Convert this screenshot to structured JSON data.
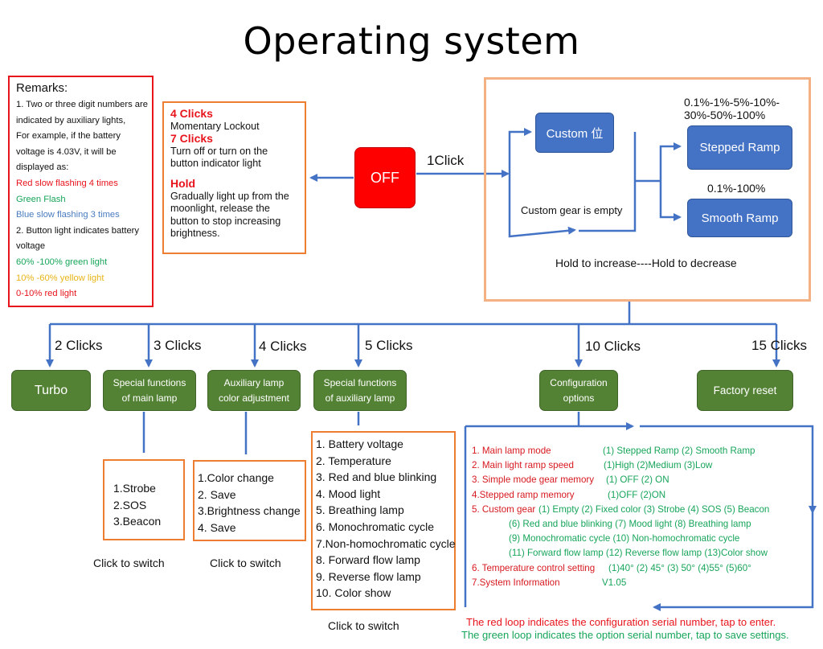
{
  "title": "Operating system",
  "remarks": {
    "heading": "Remarks:",
    "lines": [
      {
        "text": "1. Two or three digit numbers are",
        "color": "#111111"
      },
      {
        "text": "indicated by auxiliary lights,",
        "color": "#111111"
      },
      {
        "text": "For example, if the battery",
        "color": "#111111"
      },
      {
        "text": "voltage is 4.03V, it will be",
        "color": "#111111"
      },
      {
        "text": "displayed as:",
        "color": "#111111"
      },
      {
        "text": "Red slow flashing 4 times",
        "color": "#e8141c"
      },
      {
        "text": "Green Flash",
        "color": "#17a55a"
      },
      {
        "text": "Blue slow flashing 3 times",
        "color": "#4a7cc0"
      },
      {
        "text": "2. Button light indicates battery",
        "color": "#111111"
      },
      {
        "text": "voltage",
        "color": "#111111"
      },
      {
        "text": "60% -100% green light",
        "color": "#17a55a"
      },
      {
        "text": "10% -60% yellow light",
        "color": "#e8b415"
      },
      {
        "text": "0-10% red light",
        "color": "#e8141c"
      }
    ]
  },
  "lockout": {
    "four_title": "4 Clicks",
    "four_text": "Momentary Lockout",
    "seven_title": "7 Clicks",
    "seven_lines": [
      "Turn off or turn on the",
      "button indicator light"
    ],
    "hold_title": "Hold",
    "hold_lines": [
      "Gradually light up from the",
      "moonlight, release the",
      "button to stop increasing",
      "brightness."
    ]
  },
  "off_button": "OFF",
  "one_click": "1Click",
  "ramp": {
    "custom": "Custom 位",
    "empty_label": "Custom gear is empty",
    "stepped_levels_1": "0.1%-1%-5%-10%-",
    "stepped_levels_2": "30%-50%-100%",
    "stepped": "Stepped Ramp",
    "smooth_levels": "0.1%-100%",
    "smooth": "Smooth Ramp",
    "hold_note": "Hold to increase----Hold to decrease"
  },
  "branches": [
    {
      "clicks": "2 Clicks",
      "lines": [
        "Turbo"
      ]
    },
    {
      "clicks": "3 Clicks",
      "lines": [
        "Special functions",
        "of main lamp"
      ]
    },
    {
      "clicks": "4 Clicks",
      "lines": [
        "Auxiliary lamp",
        "color adjustment"
      ]
    },
    {
      "clicks": "5 Clicks",
      "lines": [
        "Special functions",
        "of auxiliary lamp"
      ]
    },
    {
      "clicks": "10 Clicks",
      "lines": [
        "Configuration",
        "options"
      ]
    },
    {
      "clicks": "15 Clicks",
      "lines": [
        "Factory reset"
      ]
    }
  ],
  "main_special": [
    "1.Strobe",
    "2.SOS",
    "3.Beacon"
  ],
  "aux_color": [
    "1.Color change",
    "2. Save",
    "3.Brightness change",
    "4. Save"
  ],
  "aux_special": [
    "1. Battery voltage",
    "2. Temperature",
    "3. Red and blue blinking",
    "4. Mood light",
    "5. Breathing lamp",
    "6. Monochromatic cycle",
    "7.Non-homochromatic cycle",
    "8. Forward flow lamp",
    "9. Reverse flow lamp",
    "10. Color show"
  ],
  "click_to_switch": "Click to switch",
  "config": [
    {
      "red": "1. Main lamp mode",
      "green": "(1) Stepped    Ramp   (2) Smooth    Ramp"
    },
    {
      "red": "2. Main light ramp speed",
      "green": "(1)High      (2)Medium    (3)Low"
    },
    {
      "red": "3. Simple mode gear memory",
      "green": "(1) OFF        (2) ON"
    },
    {
      "red": "4.Stepped ramp memory",
      "green": "(1)OFF        (2)ON"
    },
    {
      "red": "5. Custom gear",
      "green": "(1) Empty (2) Fixed color (3) Strobe    (4) SOS    (5) Beacon"
    },
    {
      "red": "",
      "green": "(6) Red and blue blinking       (7) Mood light    (8) Breathing lamp"
    },
    {
      "red": "",
      "green": "(9) Monochromatic cycle        (10) Non-homochromatic cycle"
    },
    {
      "red": "",
      "green": "(11) Forward flow lamp    (12) Reverse flow lamp    (13)Color show"
    },
    {
      "red": "6. Temperature control setting",
      "green": "(1)40° (2) 45° (3) 50° (4)55° (5)60°"
    },
    {
      "red": "7.System Information",
      "green": "V1.05"
    }
  ],
  "footer": {
    "red_note": "The red loop indicates the configuration serial number, tap to enter.",
    "green_note": "The green loop indicates the option serial number, tap to save settings."
  },
  "colors": {
    "connector": "#4472c4",
    "remarks_border": "#e8141c",
    "orange_border": "#ed7d31",
    "ramp_border": "#f4b183",
    "off_fill": "#ff0000",
    "blue_box": "#4472c4",
    "green_box": "#548235"
  }
}
